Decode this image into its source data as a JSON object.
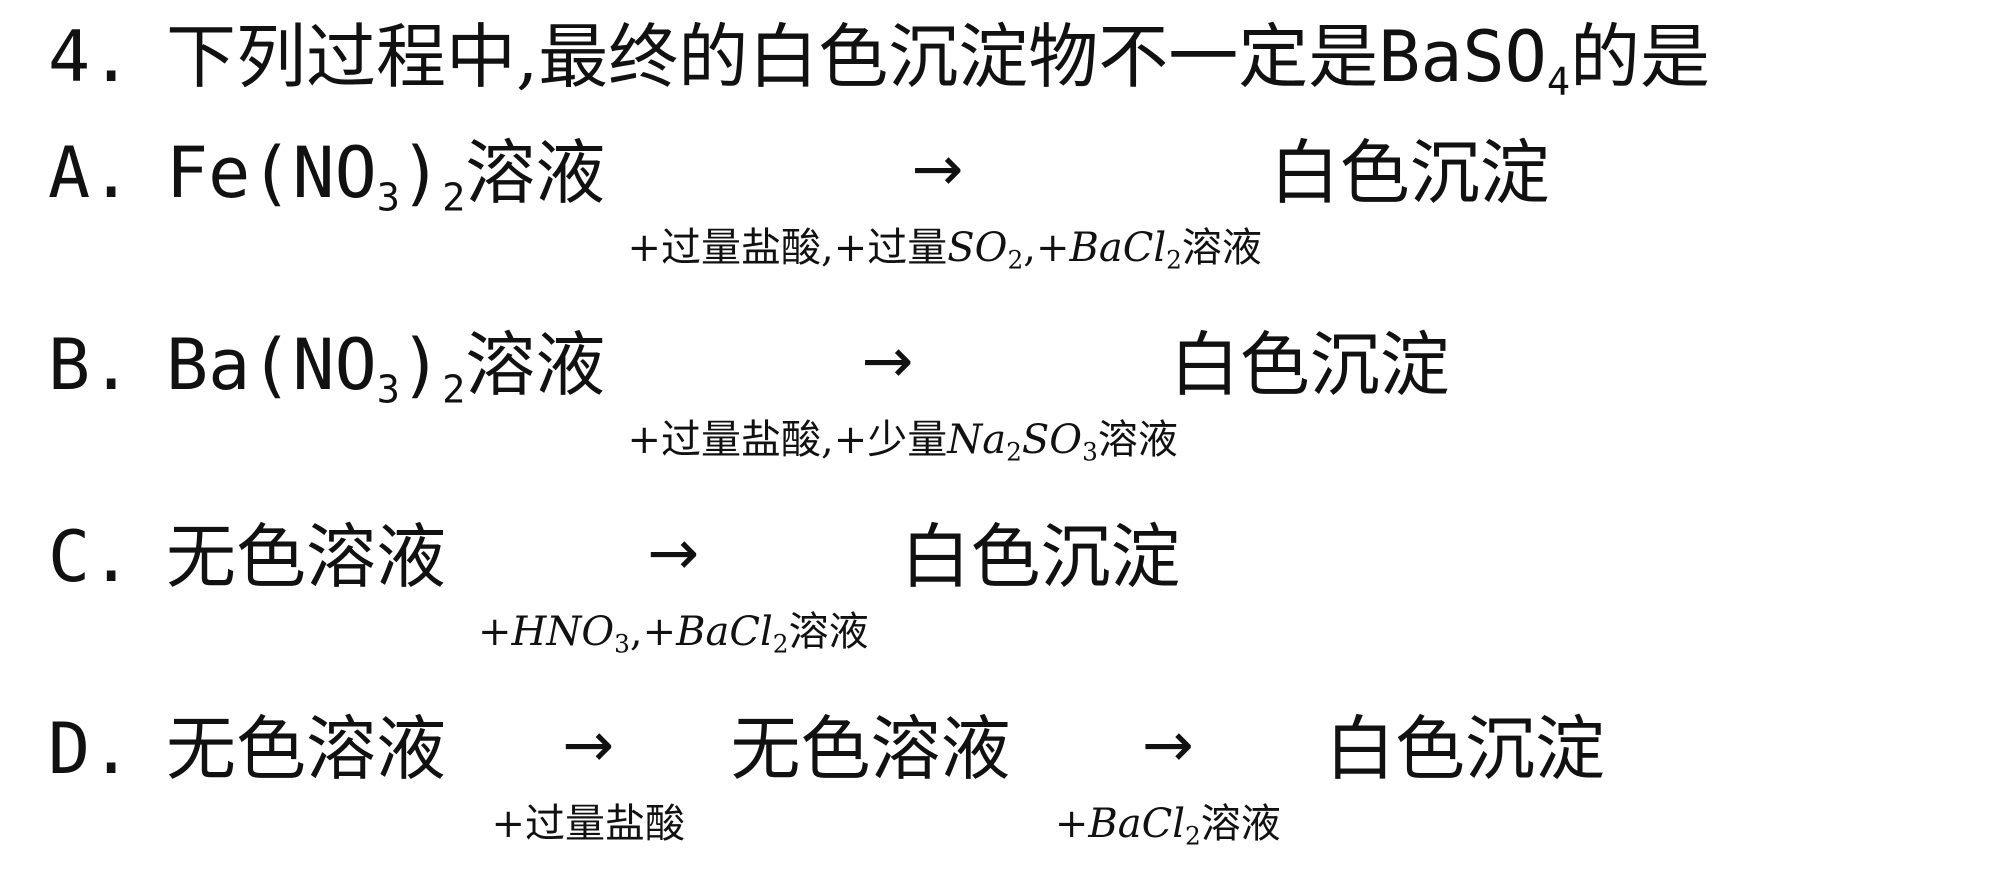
{
  "question": {
    "number": "4.",
    "stem_before": "下列过程中,最终的白色沉淀物不一定是",
    "stem_formula": "BaSO",
    "stem_formula_sub": "4",
    "stem_after": "的是"
  },
  "options": [
    {
      "label": "A.",
      "start_formula": "Fe(NO",
      "start_sub1": "3",
      "start_close": ")",
      "start_sub2": "2",
      "start_word": "溶液",
      "arrow": "→",
      "reagent_parts": [
        "+过量盐酸,+过量",
        "SO",
        "2",
        ",+",
        "BaCl",
        "2",
        "溶液"
      ],
      "end": "白色沉淀"
    },
    {
      "label": "B.",
      "start_formula": "Ba(NO",
      "start_sub1": "3",
      "start_close": ")",
      "start_sub2": "2",
      "start_word": "溶液",
      "arrow": "→",
      "reagent_parts": [
        "+过量盐酸,+少量",
        "Na",
        "2",
        "SO",
        "3",
        "溶液"
      ],
      "end": "白色沉淀"
    },
    {
      "label": "C.",
      "start_word": "无色溶液",
      "arrow": "→",
      "reagent_parts": [
        "+",
        "HNO",
        "3",
        ",+",
        "BaCl",
        "2",
        "溶液"
      ],
      "end": "白色沉淀"
    },
    {
      "label": "D.",
      "start_word": "无色溶液",
      "arrow1": "→",
      "reagent1": "+过量盐酸",
      "middle": "无色溶液",
      "arrow2": "→",
      "reagent2_parts": [
        "+",
        "BaCl",
        "2",
        "溶液"
      ],
      "end": "白色沉淀"
    }
  ]
}
